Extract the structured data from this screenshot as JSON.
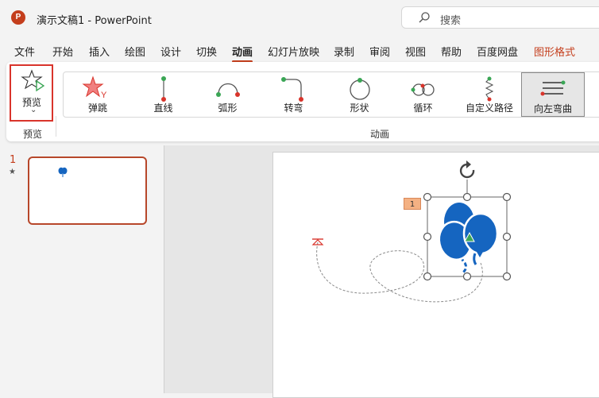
{
  "titlebar": {
    "app_icon": "P",
    "document_title": "演示文稿1  -  PowerPoint",
    "search_placeholder": "搜索"
  },
  "menu": {
    "tabs": [
      "文件",
      "开始",
      "插入",
      "绘图",
      "设计",
      "切换",
      "动画",
      "幻灯片放映",
      "录制",
      "审阅",
      "视图",
      "帮助",
      "百度网盘",
      "图形格式"
    ],
    "active_tab": "动画",
    "contextual_tab": "图形格式"
  },
  "ribbon": {
    "preview": {
      "label": "预览",
      "dropdown": "⌄",
      "group_label": "预览"
    },
    "paths": [
      {
        "label": "弹跳",
        "icon": "bounce-star-icon"
      },
      {
        "label": "直线",
        "icon": "line-path-icon"
      },
      {
        "label": "弧形",
        "icon": "arc-path-icon"
      },
      {
        "label": "转弯",
        "icon": "turn-path-icon"
      },
      {
        "label": "形状",
        "icon": "shape-path-icon"
      },
      {
        "label": "循环",
        "icon": "loop-path-icon"
      },
      {
        "label": "自定义路径",
        "icon": "custom-path-icon"
      },
      {
        "label": "向左弯曲",
        "icon": "curve-left-path-icon"
      }
    ],
    "selected_path": "向左弯曲",
    "group_label": "动画"
  },
  "slides_pane": {
    "slide_number": "1",
    "animation_marker": "★"
  },
  "slide": {
    "animation_tag": "1"
  },
  "colors": {
    "accent": "#c43e1c",
    "highlight": "#d9342b",
    "balloon": "#1565c0"
  }
}
